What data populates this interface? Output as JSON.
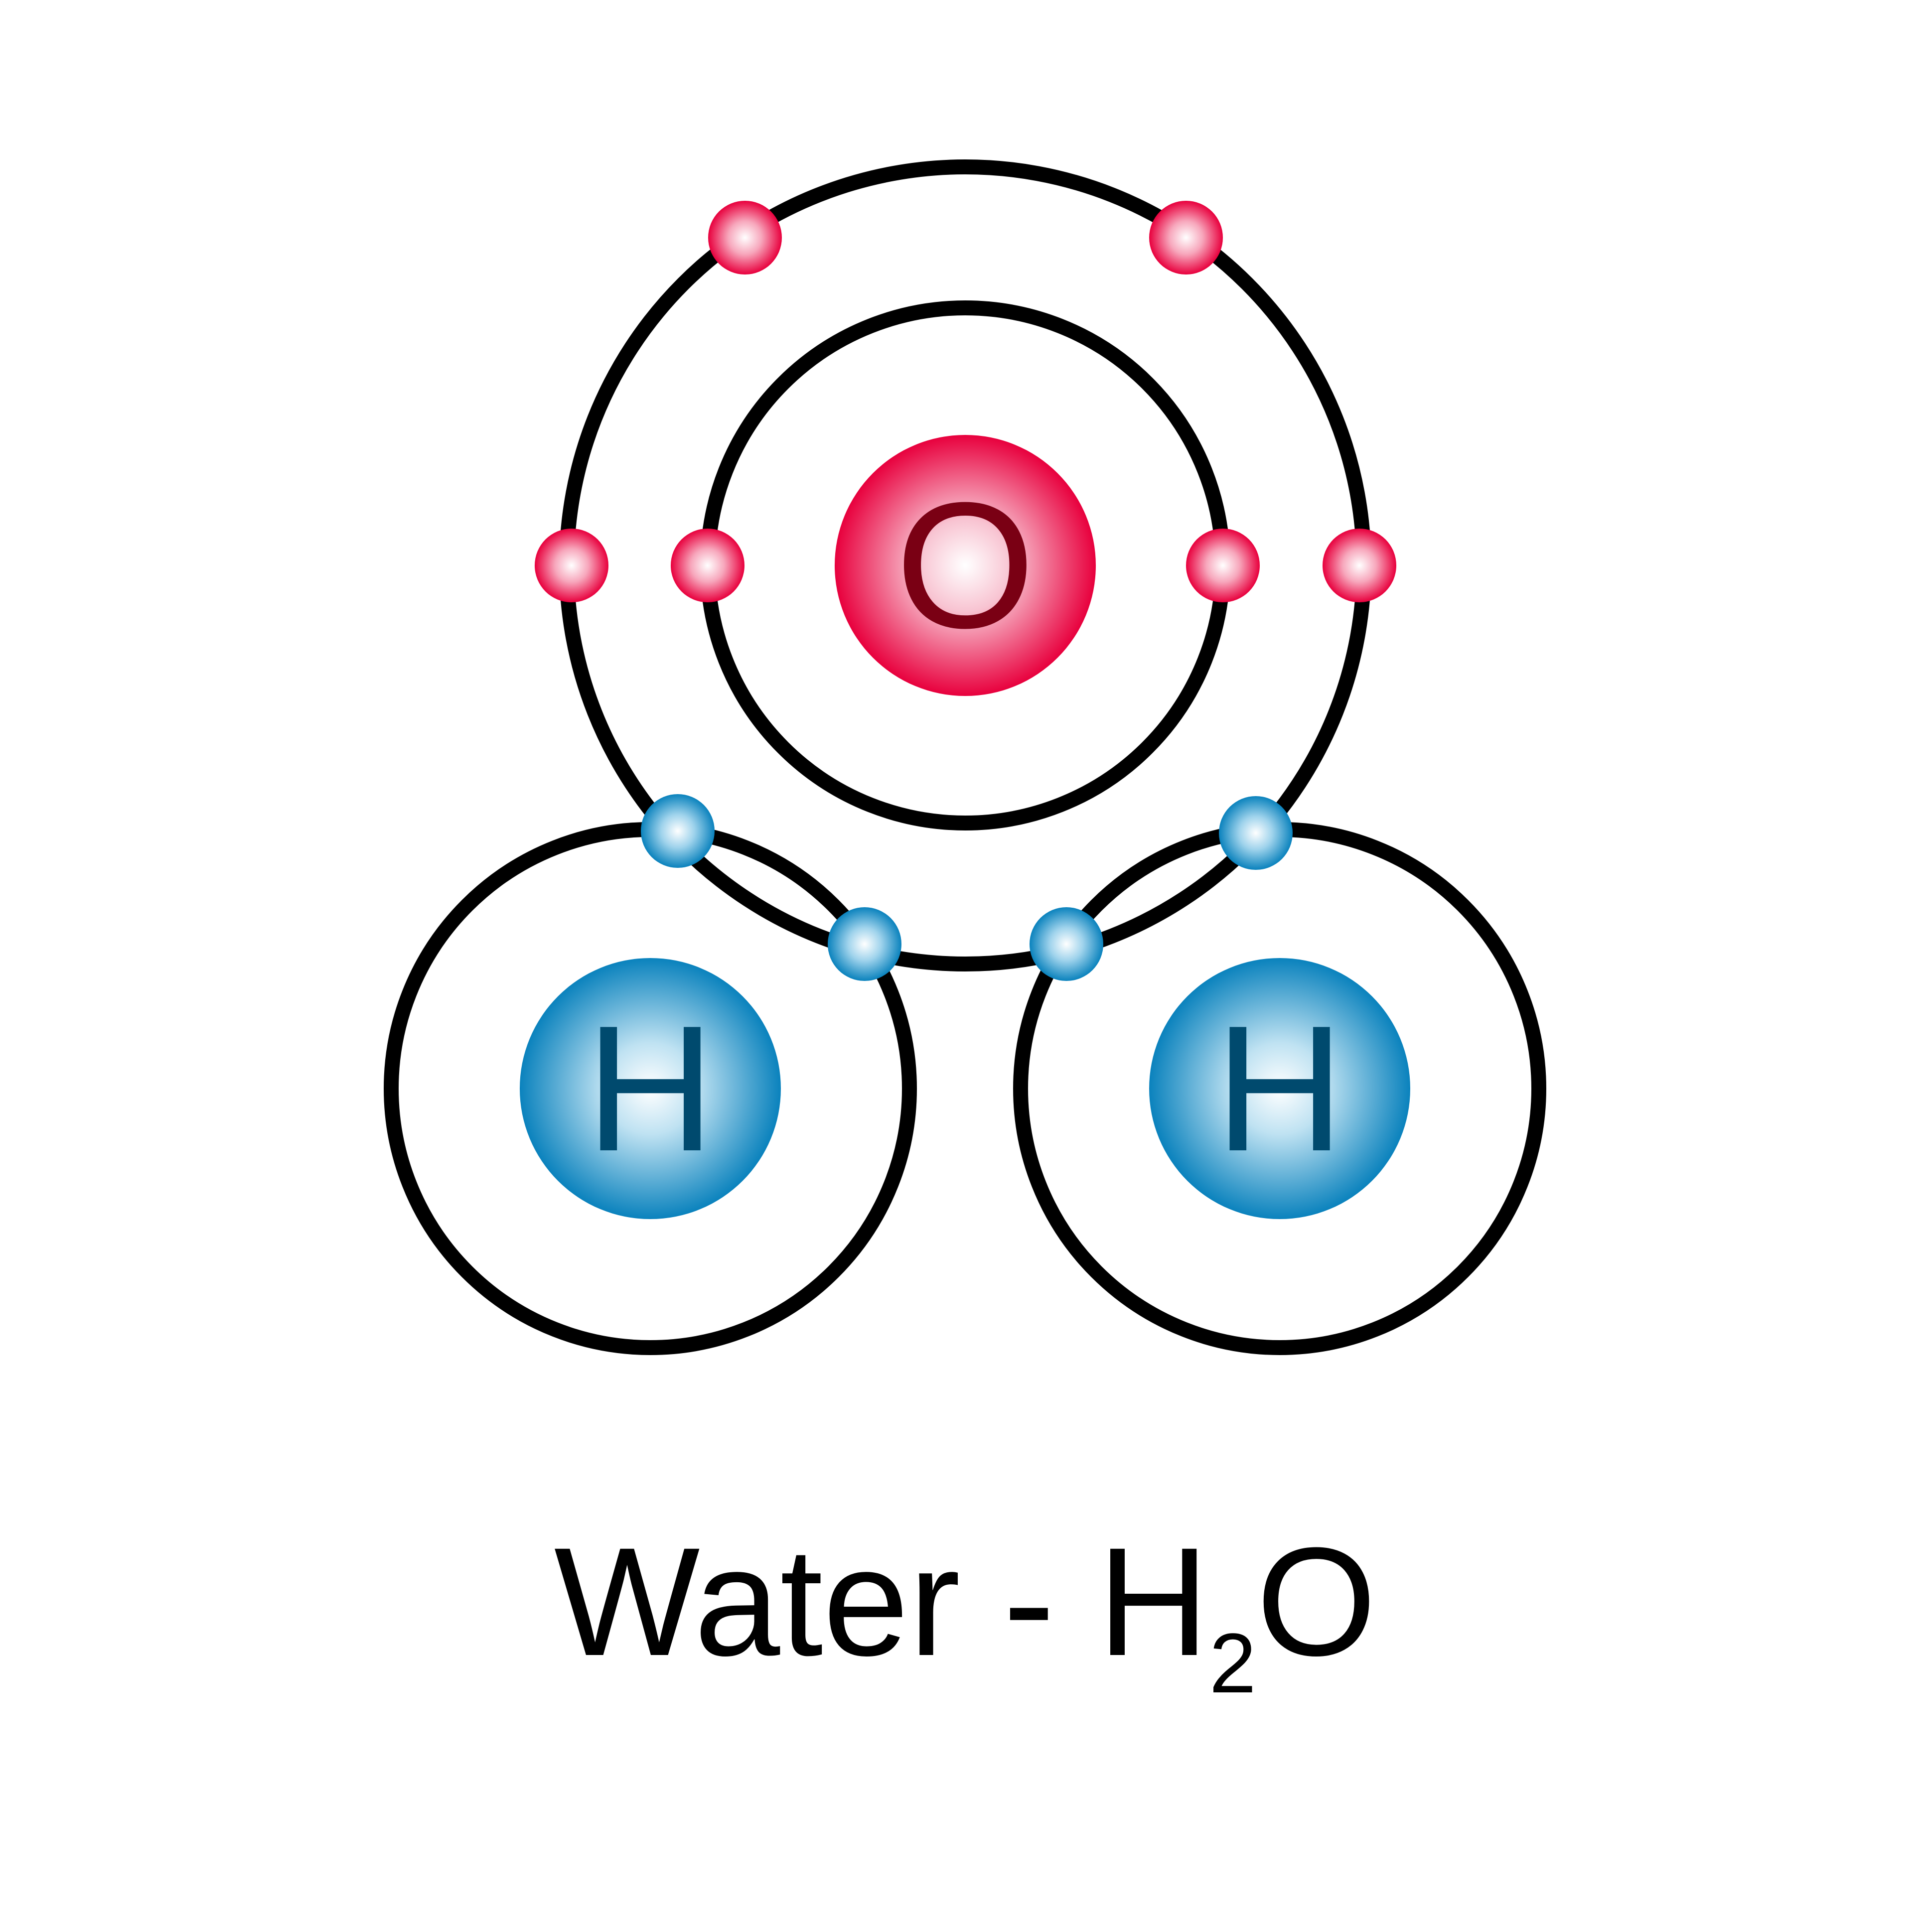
{
  "molecule": {
    "oxygen": {
      "symbol": "O",
      "nucleus_color": "#e8003d",
      "label_color": "#7a0014",
      "electron_color": "#e8003d",
      "inner_shell_electrons": 2,
      "outer_shell_lone_electrons": 4
    },
    "hydrogen_left": {
      "symbol": "H",
      "nucleus_color": "#0a82bd",
      "label_color": "#004a6e"
    },
    "hydrogen_right": {
      "symbol": "H",
      "nucleus_color": "#0a82bd",
      "label_color": "#004a6e"
    },
    "shared_electrons": 4,
    "shared_electron_color": "#0a82bd"
  },
  "caption": {
    "name": "Water",
    "separator": "-",
    "formula_h": "H",
    "formula_subscript": "2",
    "formula_o": "O"
  }
}
